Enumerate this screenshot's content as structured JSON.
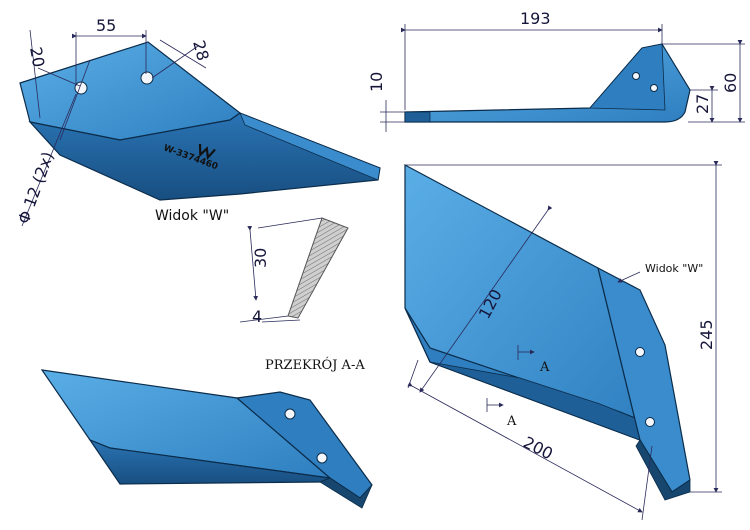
{
  "colors": {
    "steel_blue": "#3f93d2",
    "steel_blue_dark": "#1f5f97",
    "steel_blue_shadow": "#17476f",
    "dimension_line": "#2a2a5a"
  },
  "view_w": {
    "dim_hole_pitch": "55",
    "dim_hole_edge": "20",
    "dim_top_offset": "28",
    "dim_hole_dia": "Φ 12 (2x)",
    "label": "Widok \"W\"",
    "part_marking": "W-3374460"
  },
  "side_view": {
    "dim_length": "193",
    "dim_thickness": "10",
    "dim_height": "60",
    "dim_bend": "27"
  },
  "section": {
    "dim_height": "30",
    "dim_width": "4",
    "label": "PRZEKRÓJ A-A"
  },
  "main_view": {
    "dim_width": "120",
    "dim_length": "200",
    "dim_height": "245",
    "section_marker": "A",
    "view_callout": "Widok \"W\""
  }
}
